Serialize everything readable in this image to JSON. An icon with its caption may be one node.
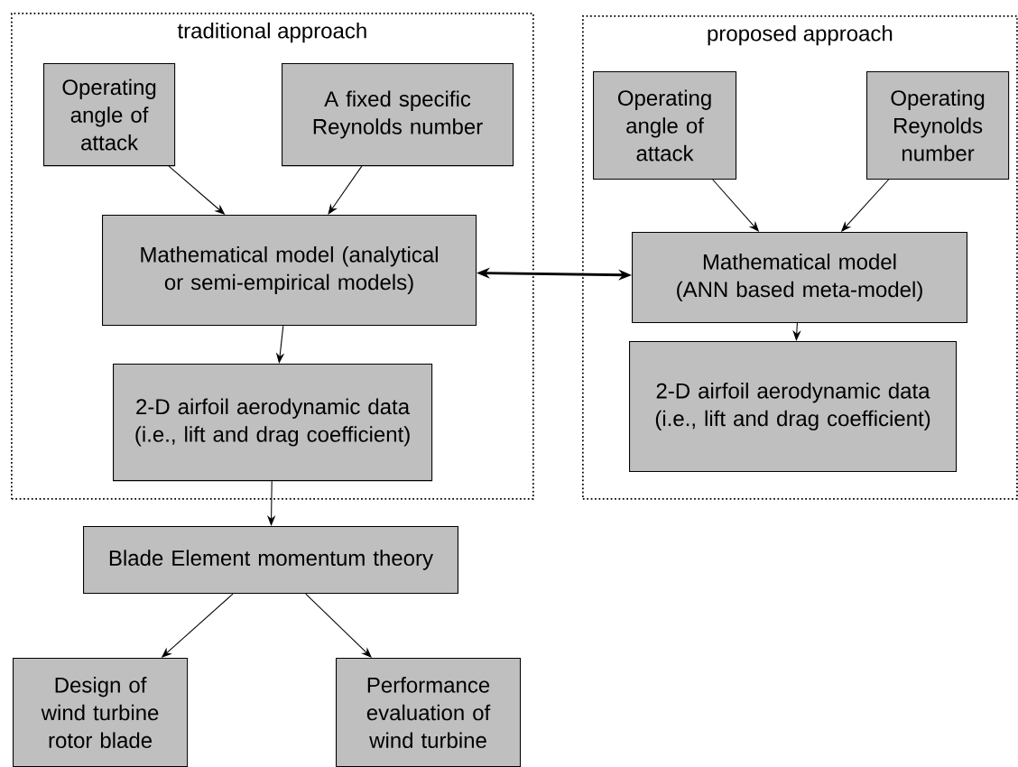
{
  "diagram": {
    "nodes": [
      {
        "text": [
          "traditional approach"
        ]
      },
      {
        "text": [
          "Operating angle of attack"
        ],
        "in": 0
      },
      {
        "text": [
          "A fixed specific Reynolds number"
        ],
        "in": 0
      },
      {
        "text": [
          "Mathematical model (analytical or semi-empirical models)"
        ],
        "in": 0
      },
      {
        "text": [
          "2-D airfoil aerodynamic data (i.e., lift and drag coefficient)"
        ],
        "in": 0
      },
      {
        "text": [
          "proposed approach"
        ]
      },
      {
        "text": [
          "Operating angle of attack"
        ],
        "in": 5
      },
      {
        "text": [
          "Operating Reynolds number"
        ],
        "in": 5
      },
      {
        "text": [
          "Mathematical model (ANN based meta-model)"
        ],
        "in": 5
      },
      {
        "text": [
          "2-D airfoil aerodynamic data (i.e., lift and drag coefficient)"
        ],
        "in": 5
      },
      {
        "text": [
          "Blade Element momentum theory"
        ]
      },
      {
        "text": [
          "Design of wind turbine rotor blade"
        ]
      },
      {
        "text": [
          "Performance evaluation of wind turbine"
        ]
      }
    ],
    "edges": [
      {
        "from": 1,
        "to": 3,
        "arrow": "to"
      },
      {
        "from": 2,
        "to": 3,
        "arrow": "to"
      },
      {
        "from": 3,
        "to": 4,
        "arrow": "to"
      },
      {
        "from": 3,
        "to": 8,
        "arrow": "both",
        "style": "thick"
      },
      {
        "from": 6,
        "to": 8,
        "arrow": "to"
      },
      {
        "from": 7,
        "to": 8,
        "arrow": "to"
      },
      {
        "from": 8,
        "to": 9,
        "arrow": "to"
      },
      {
        "from": 4,
        "to": 10,
        "arrow": "to"
      },
      {
        "from": 10,
        "to": 11,
        "arrow": "to"
      },
      {
        "from": 10,
        "to": 12,
        "arrow": "to"
      }
    ]
  }
}
